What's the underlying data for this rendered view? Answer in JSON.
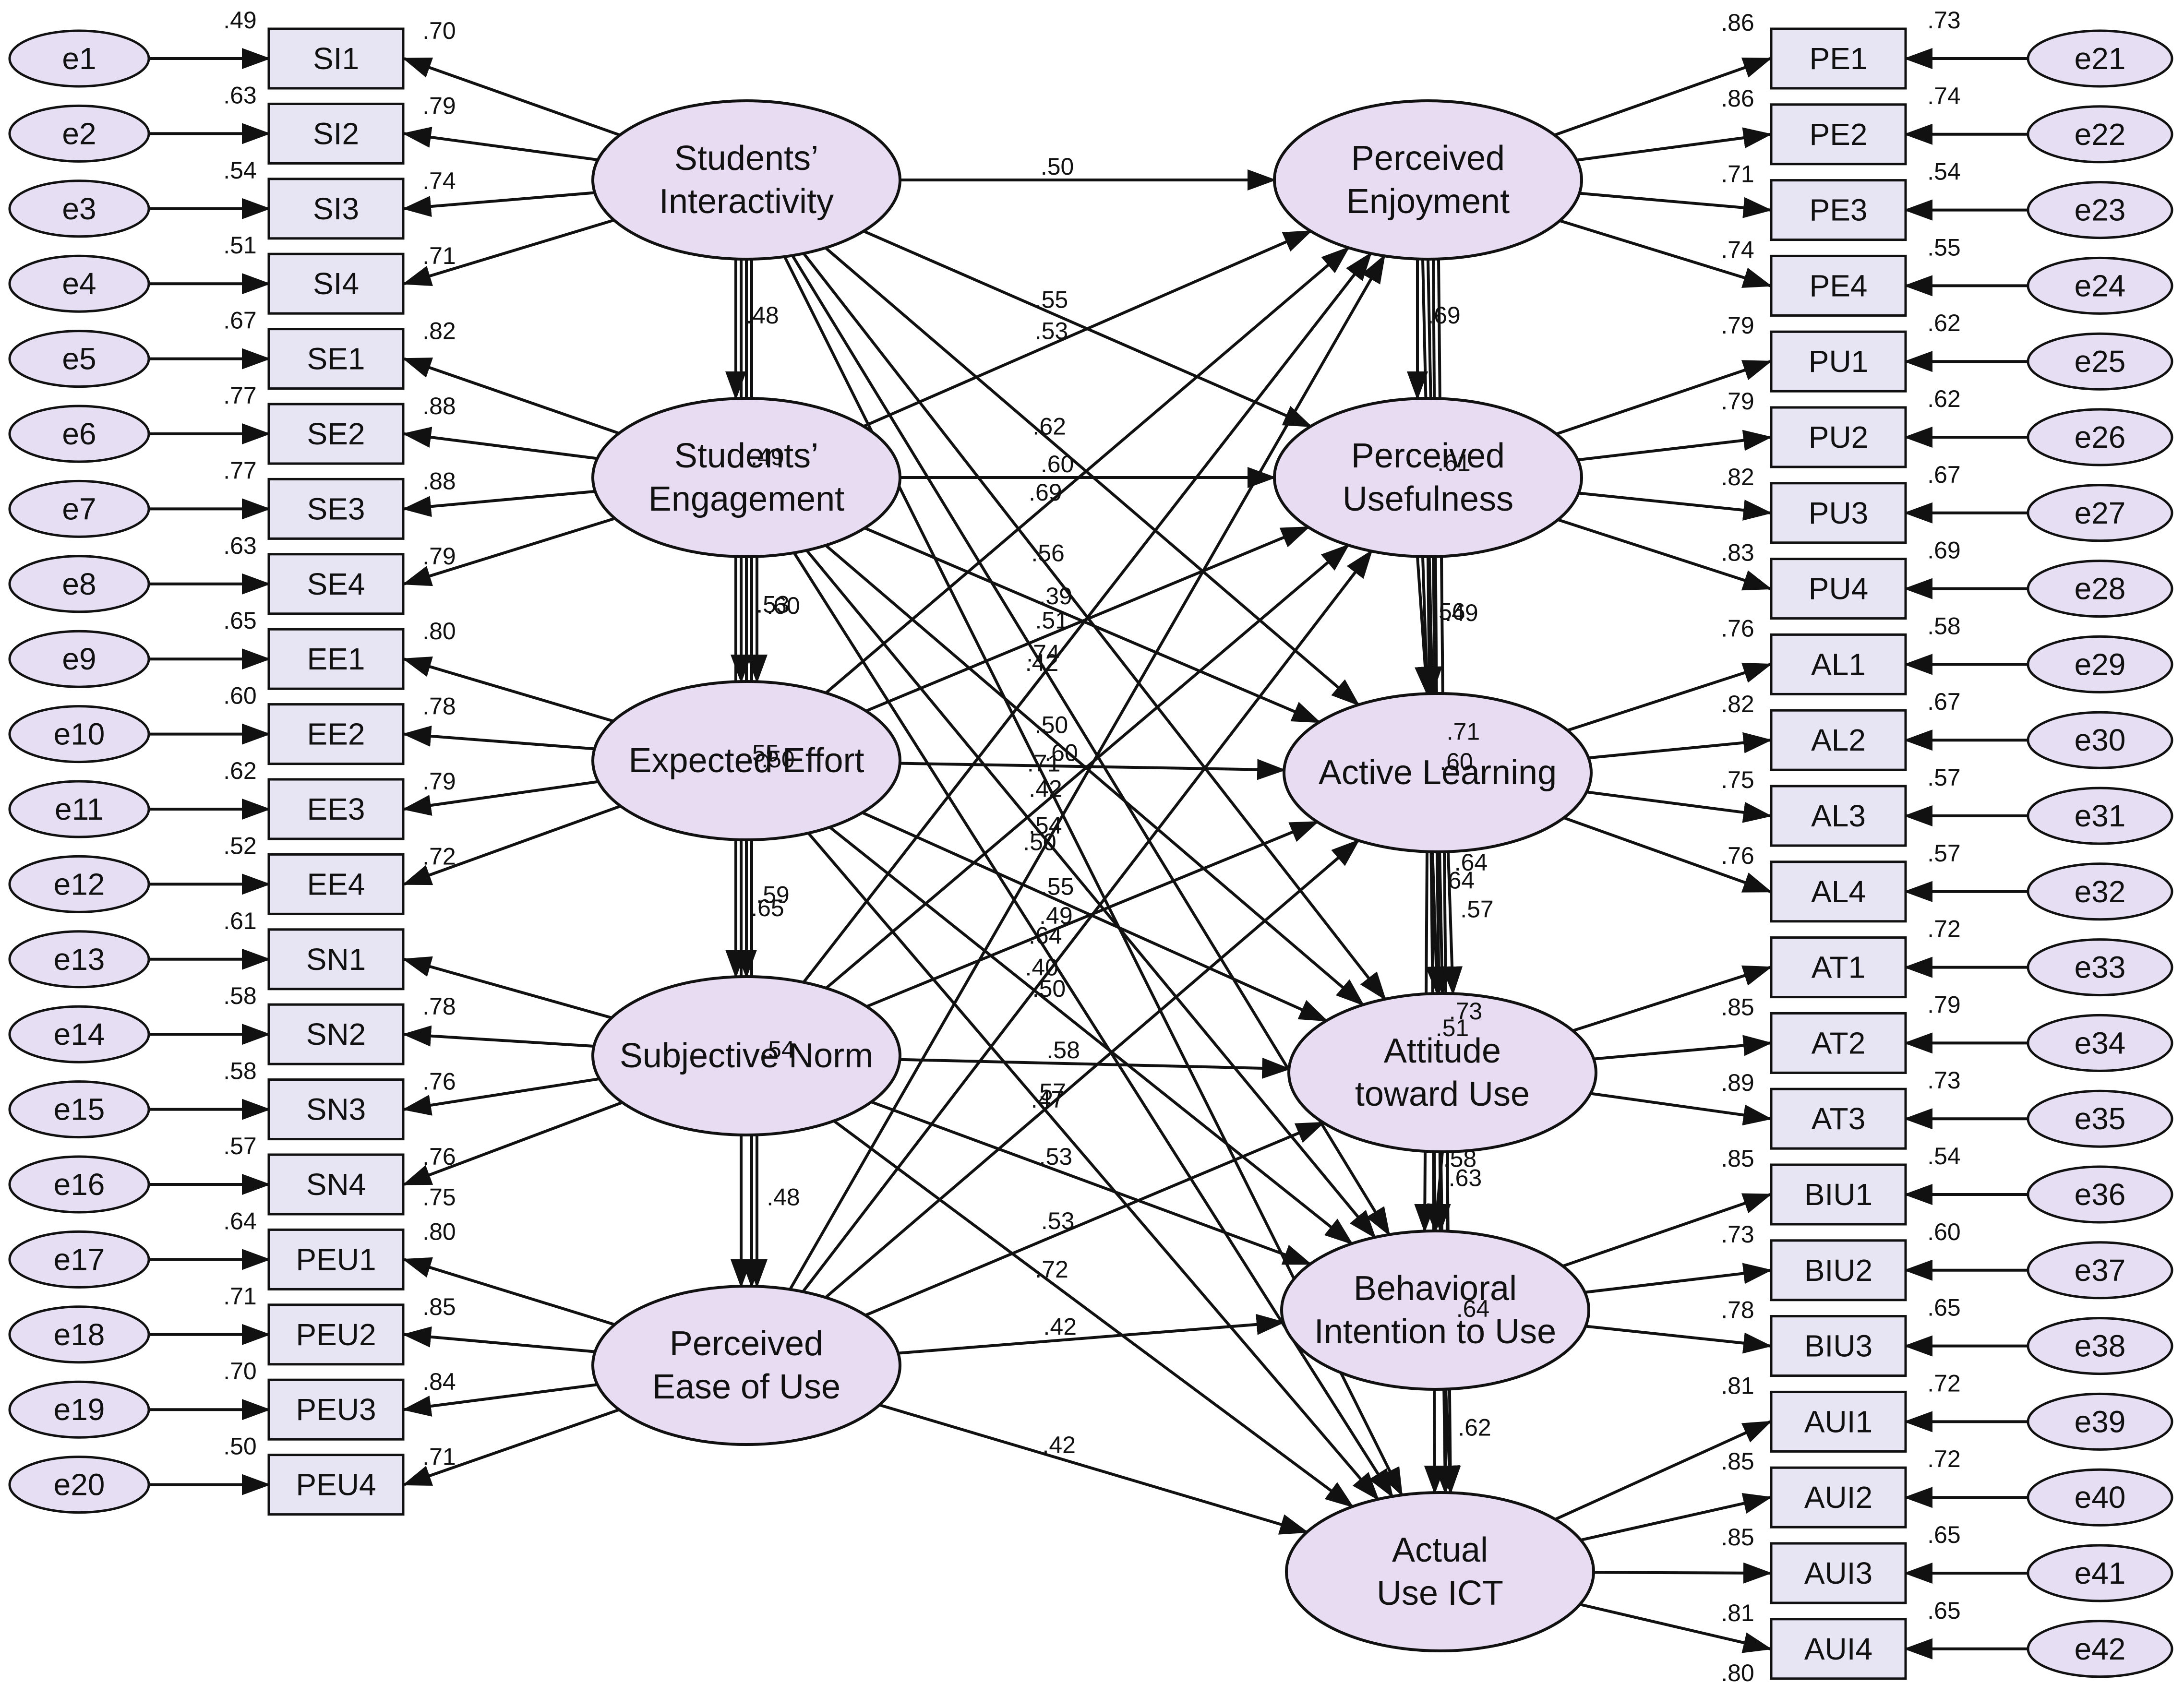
{
  "colors": {
    "latent_fill": "#e8dcf2",
    "error_fill": "#e6dff4",
    "box_fill": "#e7e4f3",
    "stroke": "#111111",
    "text": "#111111"
  },
  "latents": {
    "si": {
      "line1": "Students’",
      "line2": "Interactivity"
    },
    "se": {
      "line1": "Students’",
      "line2": "Engagement"
    },
    "ee": {
      "line1": "Expected Effort",
      "line2": ""
    },
    "sn": {
      "line1": "Subjective Norm",
      "line2": ""
    },
    "peu": {
      "line1": "Perceived",
      "line2": "Ease of Use"
    },
    "pe": {
      "line1": "Perceived",
      "line2": "Enjoyment"
    },
    "pu": {
      "line1": "Perceived",
      "line2": "Usefulness"
    },
    "al": {
      "line1": "Active Learning",
      "line2": ""
    },
    "at": {
      "line1": "Attitude",
      "line2": "toward Use"
    },
    "biu": {
      "line1": "Behavioral",
      "line2": "Intention to Use"
    },
    "aui": {
      "line1": "Actual",
      "line2": "Use ICT"
    }
  },
  "left_items": [
    {
      "error": "e1",
      "indicator": "SI1",
      "r2": ".49",
      "loading": ".70"
    },
    {
      "error": "e2",
      "indicator": "SI2",
      "r2": ".63",
      "loading": ".79"
    },
    {
      "error": "e3",
      "indicator": "SI3",
      "r2": ".54",
      "loading": ".74"
    },
    {
      "error": "e4",
      "indicator": "SI4",
      "r2": ".51",
      "loading": ".71"
    },
    {
      "error": "e5",
      "indicator": "SE1",
      "r2": ".67",
      "loading": ".82"
    },
    {
      "error": "e6",
      "indicator": "SE2",
      "r2": ".77",
      "loading": ".88"
    },
    {
      "error": "e7",
      "indicator": "SE3",
      "r2": ".77",
      "loading": ".88"
    },
    {
      "error": "e8",
      "indicator": "SE4",
      "r2": ".63",
      "loading": ".79"
    },
    {
      "error": "e9",
      "indicator": "EE1",
      "r2": ".65",
      "loading": ".80"
    },
    {
      "error": "e10",
      "indicator": "EE2",
      "r2": ".60",
      "loading": ".78"
    },
    {
      "error": "e11",
      "indicator": "EE3",
      "r2": ".62",
      "loading": ".79"
    },
    {
      "error": "e12",
      "indicator": "EE4",
      "r2": ".52",
      "loading": ".72"
    },
    {
      "error": "e13",
      "indicator": "SN1",
      "r2": ".61",
      "loading": ""
    },
    {
      "error": "e14",
      "indicator": "SN2",
      "r2": ".58",
      "loading": ".78"
    },
    {
      "error": "e15",
      "indicator": "SN3",
      "r2": ".58",
      "loading": ".76"
    },
    {
      "error": "e16",
      "indicator": "SN4",
      "r2": ".57",
      "loading": ".76"
    },
    {
      "error": "e17",
      "indicator": "PEU1",
      "r2": ".64",
      "loading": ".80"
    },
    {
      "error": "e18",
      "indicator": "PEU2",
      "r2": ".71",
      "loading": ".85"
    },
    {
      "error": "e19",
      "indicator": "PEU3",
      "r2": ".70",
      "loading": ".84"
    },
    {
      "error": "e20",
      "indicator": "PEU4",
      "r2": ".50",
      "loading": ".71"
    }
  ],
  "left_extra_labels": [
    ".75"
  ],
  "right_items": [
    {
      "error": "e21",
      "indicator": "PE1",
      "loading": ".86",
      "r2": ".73"
    },
    {
      "error": "e22",
      "indicator": "PE2",
      "loading": ".86",
      "r2": ".74"
    },
    {
      "error": "e23",
      "indicator": "PE3",
      "loading": ".71",
      "r2": ".54"
    },
    {
      "error": "e24",
      "indicator": "PE4",
      "loading": ".74",
      "r2": ".55"
    },
    {
      "error": "e25",
      "indicator": "PU1",
      "loading": ".79",
      "r2": ".62"
    },
    {
      "error": "e26",
      "indicator": "PU2",
      "loading": ".79",
      "r2": ".62"
    },
    {
      "error": "e27",
      "indicator": "PU3",
      "loading": ".82",
      "r2": ".67"
    },
    {
      "error": "e28",
      "indicator": "PU4",
      "loading": ".83",
      "r2": ".69"
    },
    {
      "error": "e29",
      "indicator": "AL1",
      "loading": ".76",
      "r2": ".58"
    },
    {
      "error": "e30",
      "indicator": "AL2",
      "loading": ".82",
      "r2": ".67"
    },
    {
      "error": "e31",
      "indicator": "AL3",
      "loading": ".75",
      "r2": ".57"
    },
    {
      "error": "e32",
      "indicator": "AL4",
      "loading": ".76",
      "r2": ".57"
    },
    {
      "error": "e33",
      "indicator": "AT1",
      "loading": "",
      "r2": ".72"
    },
    {
      "error": "e34",
      "indicator": "AT2",
      "loading": ".85",
      "r2": ".79"
    },
    {
      "error": "e35",
      "indicator": "AT3",
      "loading": ".89",
      "r2": ".73"
    },
    {
      "error": "e36",
      "indicator": "BIU1",
      "loading": ".85",
      "r2": ".54"
    },
    {
      "error": "e37",
      "indicator": "BIU2",
      "loading": ".73",
      "r2": ".60"
    },
    {
      "error": "e38",
      "indicator": "BIU3",
      "loading": ".78",
      "r2": ".65"
    },
    {
      "error": "e39",
      "indicator": "AUI1",
      "loading": ".81",
      "r2": ".72"
    },
    {
      "error": "e40",
      "indicator": "AUI2",
      "loading": ".85",
      "r2": ".72"
    },
    {
      "error": "e41",
      "indicator": "AUI3",
      "loading": ".85",
      "r2": ".65"
    },
    {
      "error": "e42",
      "indicator": "AUI4",
      "loading": ".81",
      "r2": ".65"
    }
  ],
  "right_extra_labels": [
    ".80"
  ],
  "covariances": [
    {
      "from": "si",
      "to": "pe",
      "value": ".50"
    },
    {
      "from": "si",
      "to": "pu",
      "value": ".55"
    },
    {
      "from": "si",
      "to": "al",
      "value": ".62"
    },
    {
      "from": "si",
      "to": "at",
      "value": ".56"
    },
    {
      "from": "si",
      "to": "biu",
      "value": ".74"
    },
    {
      "from": "si",
      "to": "aui",
      "value": ".71"
    },
    {
      "from": "se",
      "to": "pe",
      "value": ".53"
    },
    {
      "from": "se",
      "to": "pu",
      "value": ".60"
    },
    {
      "from": "se",
      "to": "al",
      "value": ".39"
    },
    {
      "from": "se",
      "to": "at",
      "value": ".50"
    },
    {
      "from": "se",
      "to": "biu",
      "value": ".54"
    },
    {
      "from": "se",
      "to": "aui",
      "value": ".64"
    },
    {
      "from": "ee",
      "to": "pe",
      "value": ".69"
    },
    {
      "from": "ee",
      "to": "pu",
      "value": ".51"
    },
    {
      "from": "ee",
      "to": "al",
      "value": ".60"
    },
    {
      "from": "ee",
      "to": "at",
      "value": ".55"
    },
    {
      "from": "ee",
      "to": "biu",
      "value": ".50"
    },
    {
      "from": "ee",
      "to": "aui",
      "value": ".47"
    },
    {
      "from": "sn",
      "to": "pe",
      "value": ".42"
    },
    {
      "from": "sn",
      "to": "pu",
      "value": ".42"
    },
    {
      "from": "sn",
      "to": "al",
      "value": ".49"
    },
    {
      "from": "sn",
      "to": "at",
      "value": ".58"
    },
    {
      "from": "sn",
      "to": "biu",
      "value": ".53"
    },
    {
      "from": "sn",
      "to": "aui",
      "value": ".72"
    },
    {
      "from": "peu",
      "to": "pe",
      "value": ".50"
    },
    {
      "from": "peu",
      "to": "pu",
      "value": ".40"
    },
    {
      "from": "peu",
      "to": "al",
      "value": ".57"
    },
    {
      "from": "peu",
      "to": "at",
      "value": ".53"
    },
    {
      "from": "peu",
      "to": "biu",
      "value": ".42"
    },
    {
      "from": "peu",
      "to": "aui",
      "value": ".42"
    },
    {
      "from": "si",
      "to": "se",
      "value": ".48"
    },
    {
      "from": "si",
      "to": "ee",
      "value": ".49"
    },
    {
      "from": "si",
      "to": "sn",
      "value": ".53"
    },
    {
      "from": "si",
      "to": "peu",
      "value": ".50"
    },
    {
      "from": "se",
      "to": "ee",
      "value": ".60"
    },
    {
      "from": "se",
      "to": "sn",
      "value": ".55"
    },
    {
      "from": "se",
      "to": "peu",
      "value": ".65"
    },
    {
      "from": "ee",
      "to": "sn",
      "value": ".59"
    },
    {
      "from": "ee",
      "to": "peu",
      "value": ".54"
    },
    {
      "from": "sn",
      "to": "peu",
      "value": ".48"
    },
    {
      "from": "pe",
      "to": "pu",
      "value": ".69"
    },
    {
      "from": "pe",
      "to": "al",
      "value": ".61"
    },
    {
      "from": "pe",
      "to": "at",
      "value": ".49"
    },
    {
      "from": "pe",
      "to": "biu",
      "value": ".71"
    },
    {
      "from": "pe",
      "to": "aui",
      "value": ".64"
    },
    {
      "from": "pu",
      "to": "al",
      "value": ".56"
    },
    {
      "from": "pu",
      "to": "at",
      "value": ".60"
    },
    {
      "from": "pu",
      "to": "biu",
      "value": ".64"
    },
    {
      "from": "pu",
      "to": "aui",
      "value": ".73"
    },
    {
      "from": "al",
      "to": "at",
      "value": ".57"
    },
    {
      "from": "al",
      "to": "biu",
      "value": ".51"
    },
    {
      "from": "al",
      "to": "aui",
      "value": ".58"
    },
    {
      "from": "at",
      "to": "biu",
      "value": ".63"
    },
    {
      "from": "at",
      "to": "aui",
      "value": ".64"
    },
    {
      "from": "biu",
      "to": "aui",
      "value": ".62"
    }
  ]
}
